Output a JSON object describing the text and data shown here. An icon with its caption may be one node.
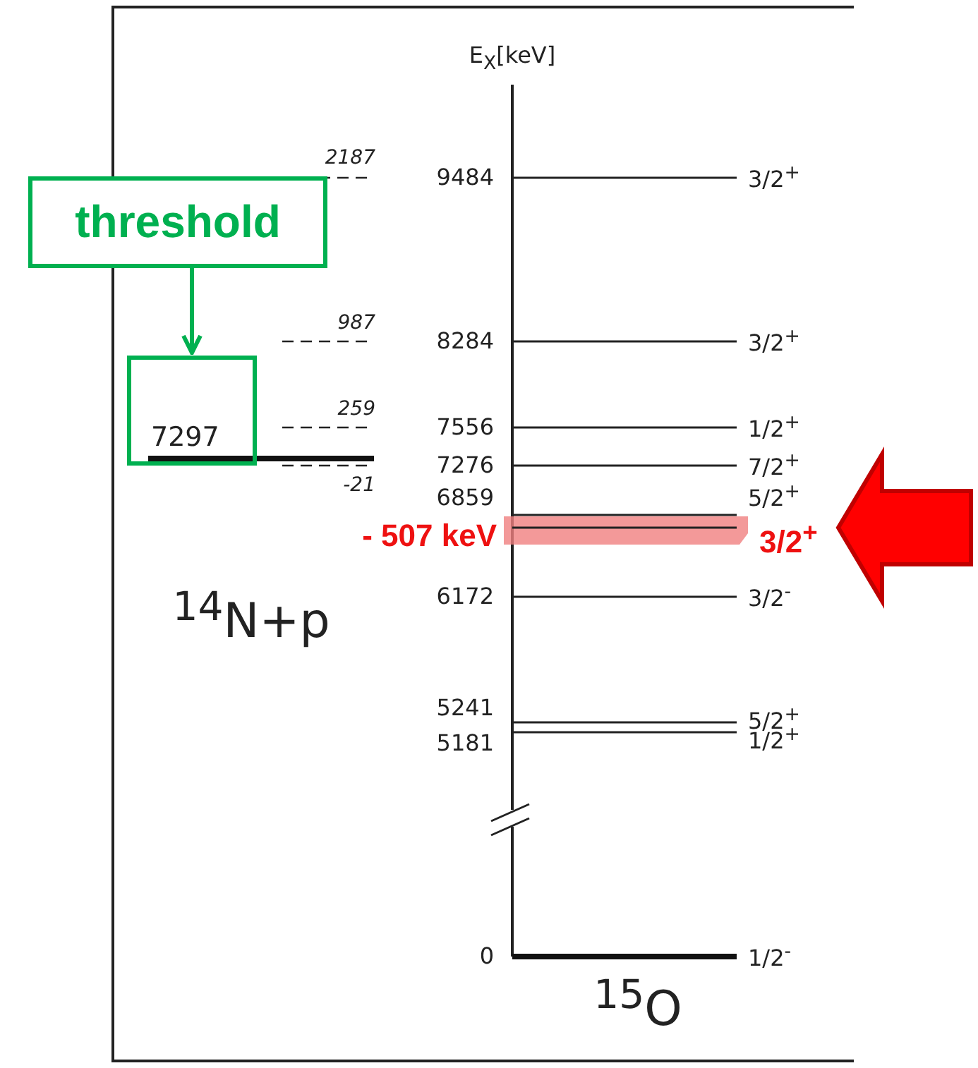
{
  "diagram": {
    "nodes": [
      {
        "text": [
          "threshold"
        ]
      },
      {
        "text": [
          "7297"
        ]
      }
    ],
    "edges": [
      {
        "from": 0,
        "to": 1,
        "arrow": "to"
      }
    ],
    "labels": [
      "E$_{X}$[keV]",
      "2187",
      "9484",
      "3/2$^{+}$",
      "987",
      "8284",
      "3/2$^{+}$",
      "259",
      "7556",
      "1/2$^{+}$",
      "7276",
      "7/2$^{+}$",
      "-21",
      "6859",
      "5/2$^{+}$",
      "- 507 keV",
      "3/2$^{+}$",
      "$^{14}$N+p",
      "6172",
      "3/2$^{-}$",
      "5241",
      "5/2$^{+}$",
      "5181",
      "1/2$^{+}$",
      "0",
      "1/2$^{-}$",
      "$^{15}$O"
    ]
  }
}
